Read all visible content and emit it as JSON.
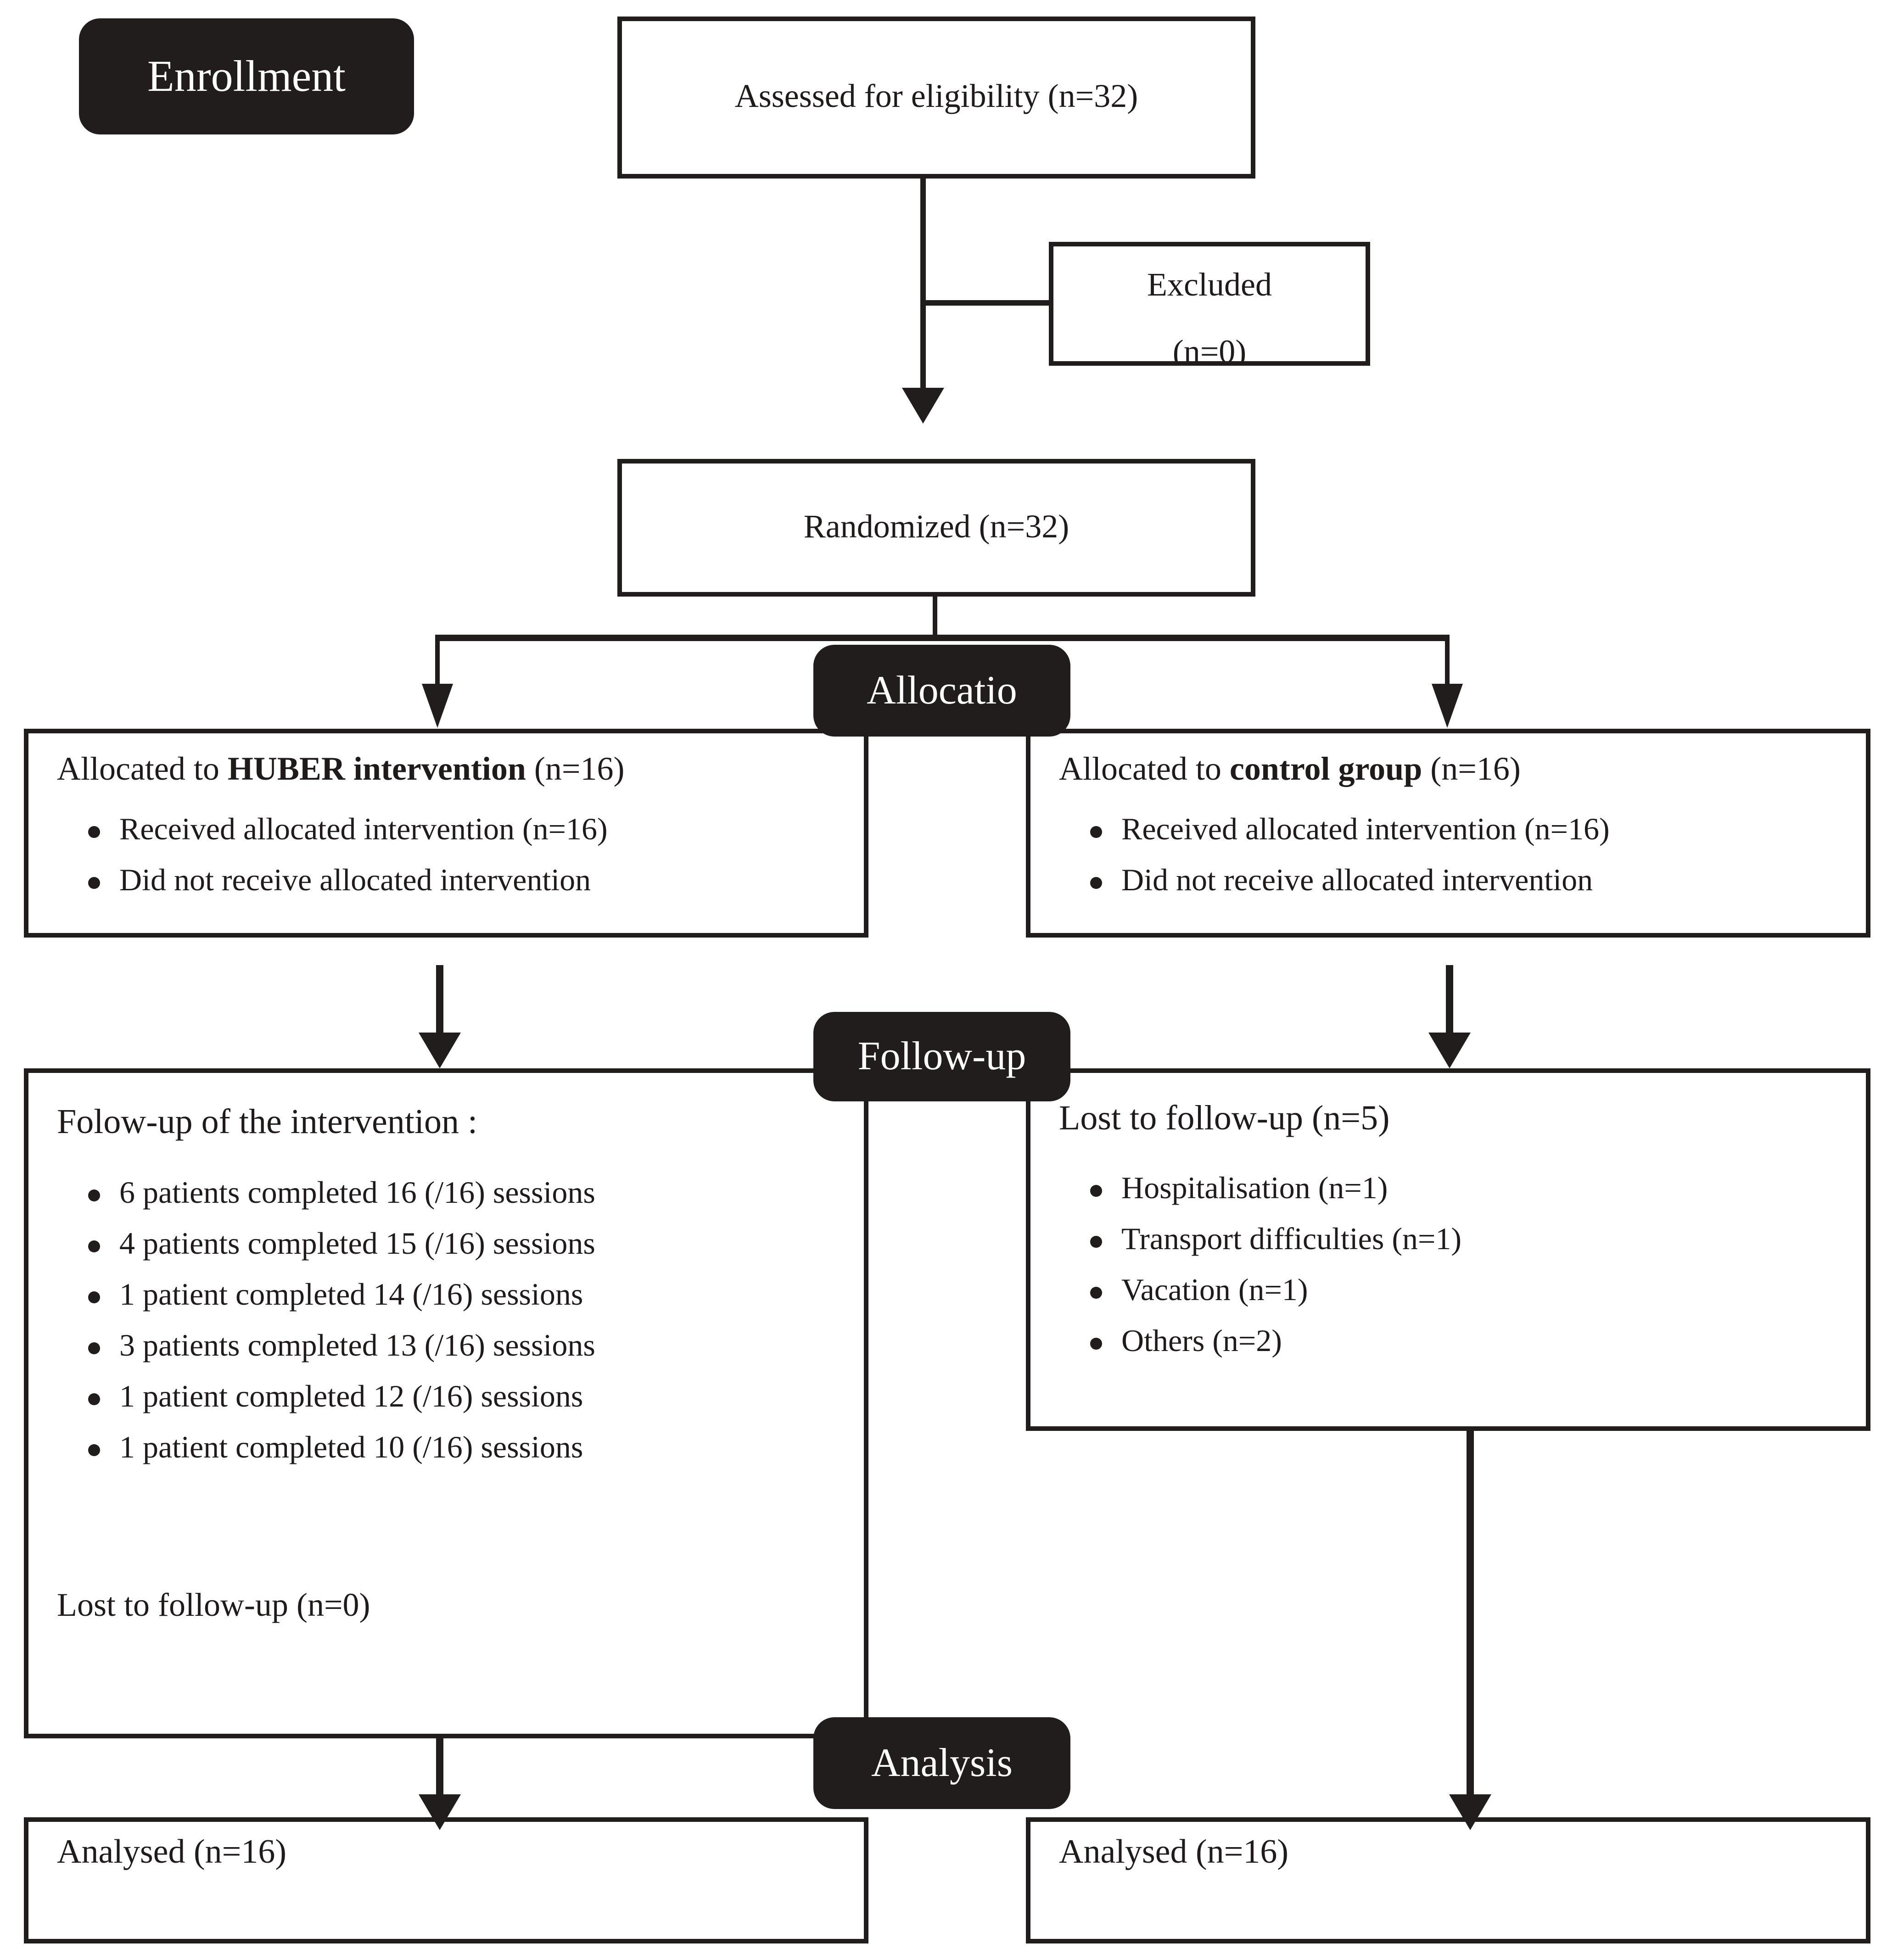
{
  "diagram": {
    "type": "consort-flow-diagram",
    "stage_labels": [
      {
        "id": "enrollment",
        "label": "Enrollment"
      },
      {
        "id": "allocation",
        "label": "Allocatio"
      },
      {
        "id": "followup",
        "label": "Follow-up"
      },
      {
        "id": "analysis",
        "label": "Analysis"
      }
    ],
    "enrollment": {
      "assessed": "Assessed for eligibility (n=32)",
      "excluded_line1": "Excluded",
      "excluded_line2": "(n=0)",
      "randomized": "Randomized (n=32)"
    },
    "allocation": {
      "left": {
        "header_prefix": "Allocated to ",
        "header_strong": "HUBER intervention",
        "header_suffix": " (n=16)",
        "bullets": [
          "Received allocated intervention (n=16)",
          "Did not receive allocated intervention"
        ]
      },
      "right": {
        "header_prefix": "Allocated to ",
        "header_strong": "control group",
        "header_suffix": " (n=16)",
        "bullets": [
          "Received allocated intervention (n=16)",
          "Did not receive allocated intervention"
        ]
      }
    },
    "followup": {
      "left": {
        "header": "Folow-up of the intervention :",
        "bullets": [
          "6 patients completed 16 (/16) sessions",
          "4 patients completed 15 (/16) sessions",
          "1 patient completed 14 (/16) sessions",
          "3 patients completed 13 (/16) sessions",
          "1 patient completed 12 (/16) sessions",
          "1 patient completed 10 (/16) sessions"
        ],
        "footer": "Lost to follow-up (n=0)"
      },
      "right": {
        "header": "Lost to follow-up (n=5)",
        "bullets": [
          "Hospitalisation (n=1)",
          "Transport difficulties (n=1)",
          "Vacation (n=1)",
          "Others (n=2)"
        ]
      }
    },
    "analysis": {
      "left": "Analysed (n=16)",
      "right": "Analysed (n=16)"
    },
    "colors": {
      "ink": "#211d1d",
      "paper": "#ffffff",
      "badge_text": "#ffffff"
    }
  }
}
